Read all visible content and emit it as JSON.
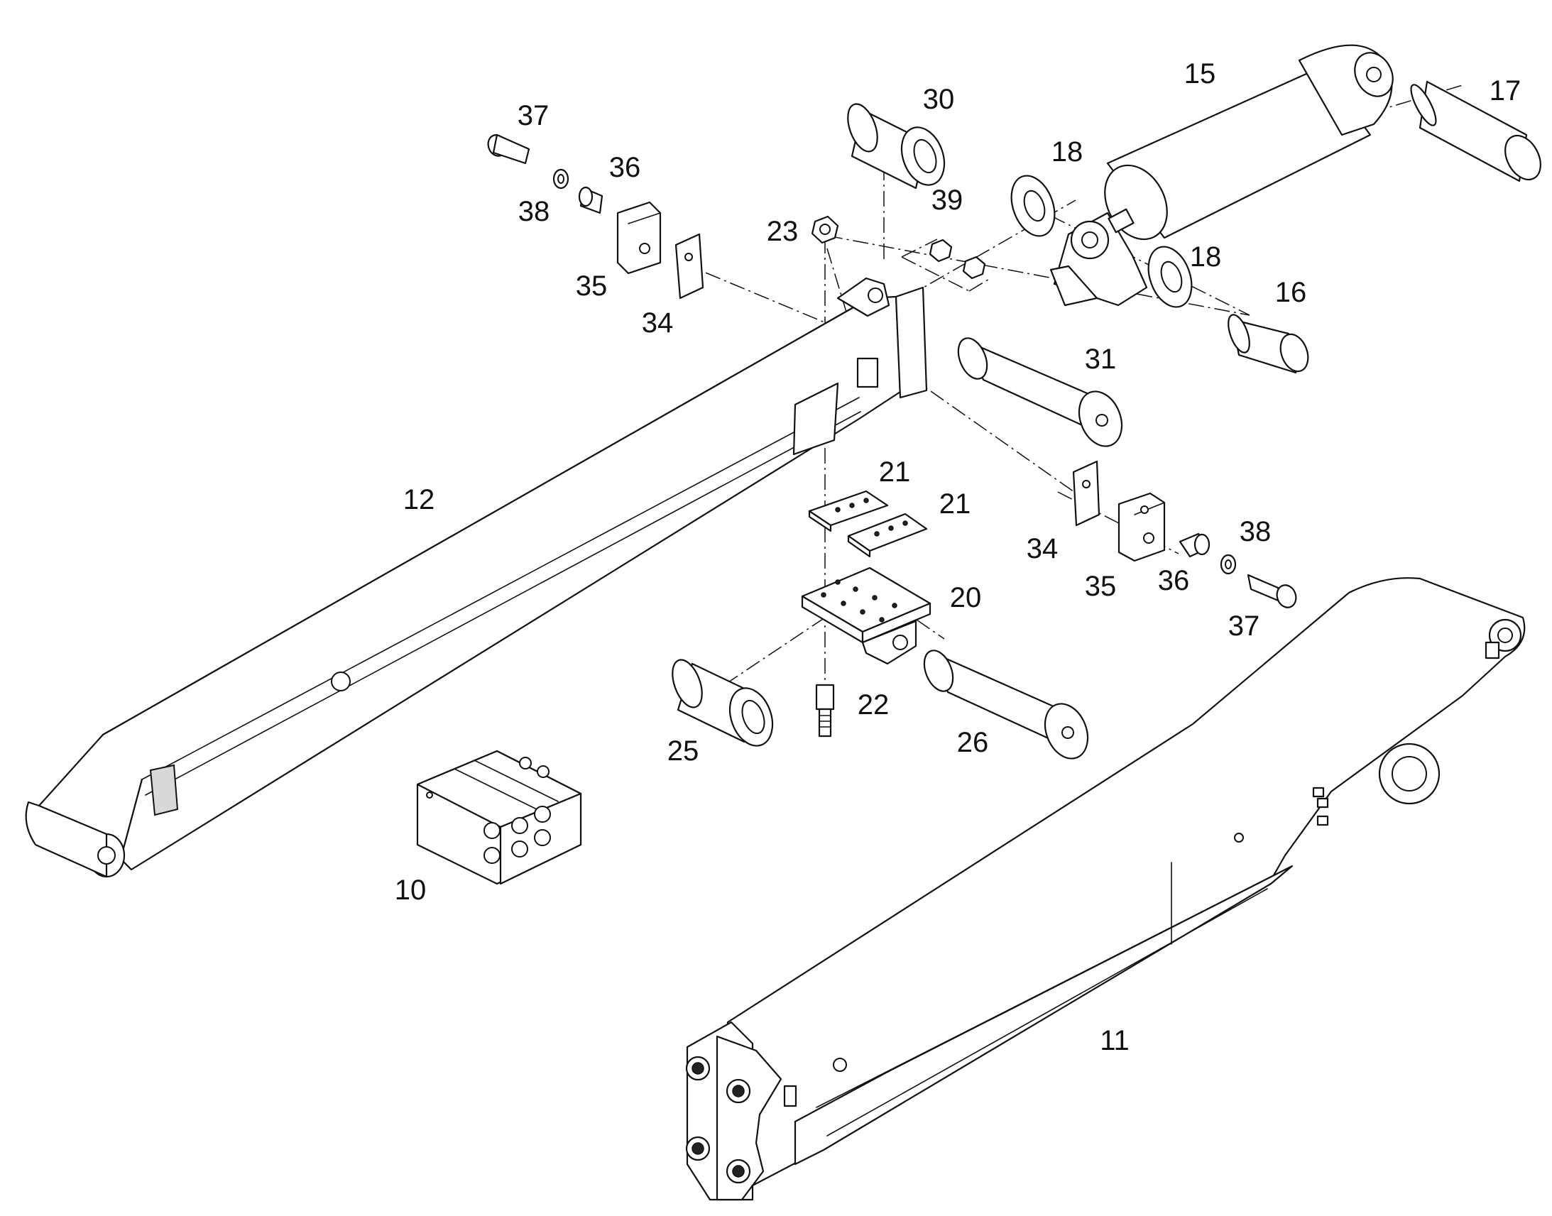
{
  "callouts": {
    "p10": "10",
    "p11": "11",
    "p12": "12",
    "p15": "15",
    "p16": "16",
    "p17": "17",
    "p18a": "18",
    "p18b": "18",
    "p20": "20",
    "p21a": "21",
    "p21b": "21",
    "p22": "22",
    "p23": "23",
    "p25": "25",
    "p26": "26",
    "p30": "30",
    "p31": "31",
    "p34a": "34",
    "p34b": "34",
    "p35a": "35",
    "p35b": "35",
    "p36a": "36",
    "p36b": "36",
    "p37a": "37",
    "p37b": "37",
    "p38a": "38",
    "p38b": "38",
    "p39": "39"
  },
  "colors": {
    "line": "#111111",
    "background": "#ffffff",
    "shade": "#d8d8d8"
  }
}
